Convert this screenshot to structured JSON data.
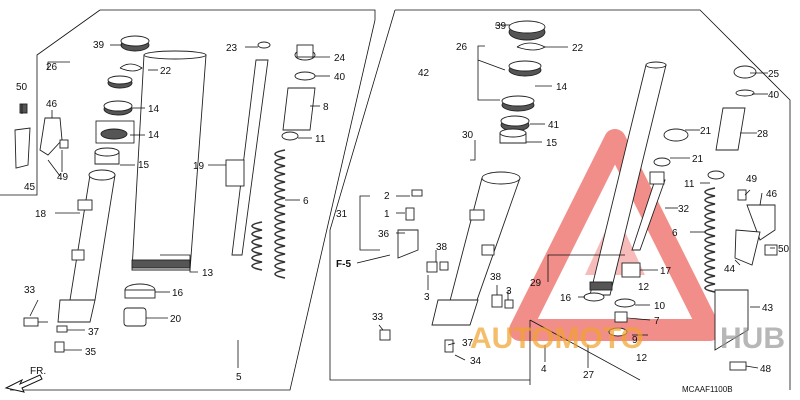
{
  "diagram": {
    "code": "MCAAF1100B",
    "direction_label": "FR.",
    "ref_label": "F-5",
    "watermark": {
      "brand_left": "AUTOMOTO",
      "brand_right": "HUB",
      "colors": {
        "red": "#e8322a",
        "orange": "#f0a22e"
      }
    },
    "callouts": {
      "left": [
        "39",
        "26",
        "22",
        "14",
        "14",
        "15",
        "46",
        "50",
        "45",
        "49",
        "18",
        "33",
        "37",
        "35",
        "5",
        "23",
        "24",
        "40",
        "8",
        "11",
        "19",
        "6",
        "13",
        "16",
        "20"
      ],
      "right": [
        "39",
        "26",
        "22",
        "42",
        "14",
        "41",
        "15",
        "30",
        "2",
        "31",
        "1",
        "36",
        "38",
        "3",
        "38",
        "3",
        "33",
        "37",
        "34",
        "4",
        "27",
        "29",
        "16",
        "12",
        "10",
        "9",
        "7",
        "12",
        "17",
        "25",
        "40",
        "28",
        "21",
        "21",
        "11",
        "32",
        "6",
        "49",
        "46",
        "44",
        "50",
        "43",
        "48"
      ]
    }
  }
}
